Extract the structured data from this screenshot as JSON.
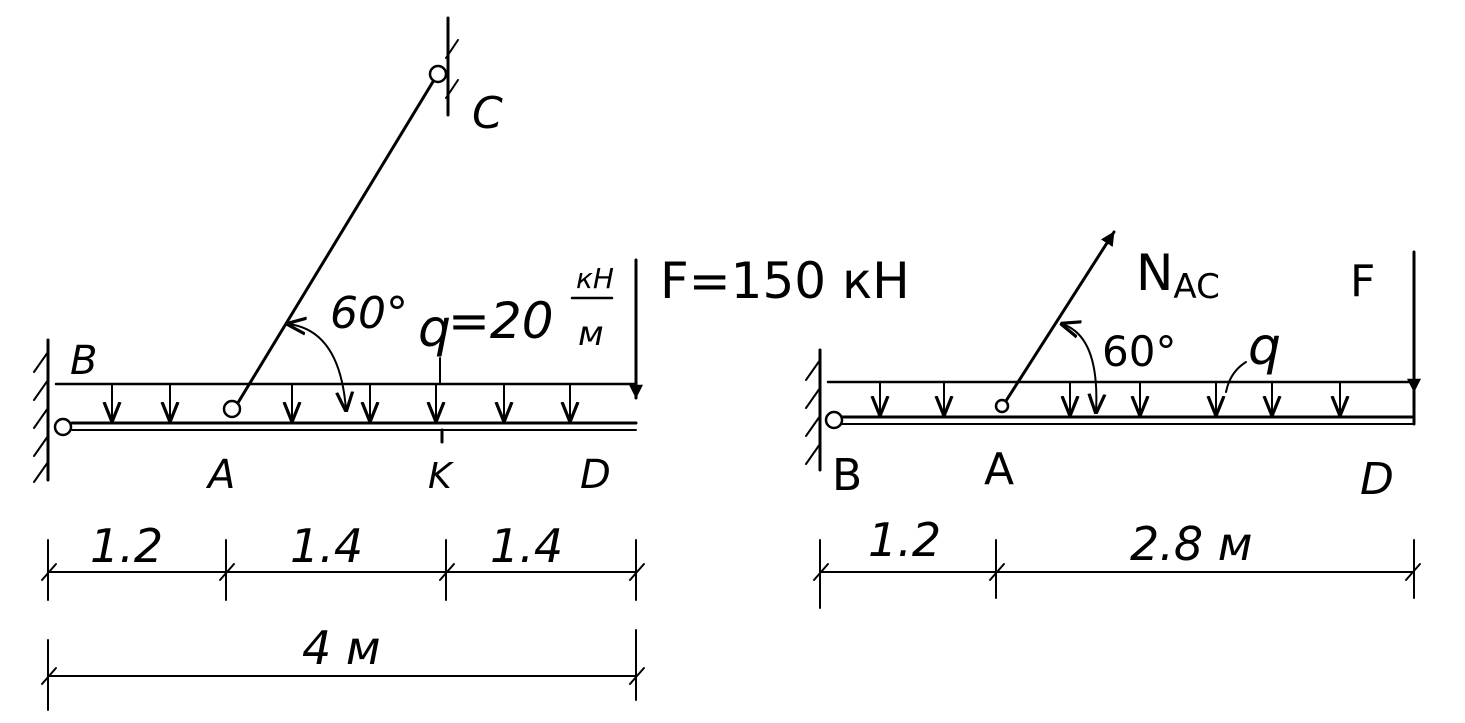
{
  "left_diagram": {
    "labels": {
      "B": "B",
      "A": "A",
      "C": "C",
      "K": "K",
      "D": "D"
    },
    "angle": "60°",
    "load": {
      "symbol": "q",
      "eq": "=20",
      "unit_num": "кН",
      "unit_den": "м"
    },
    "force": "F=150 кН",
    "dims": [
      "1.2",
      "1.4",
      "1.4"
    ],
    "total": "4 м"
  },
  "right_diagram": {
    "labels": {
      "B": "B",
      "A": "A",
      "D": "D"
    },
    "reaction": {
      "main": "N",
      "sub": "AC"
    },
    "angle": "60°",
    "load": "q",
    "force": "F",
    "dims": [
      "1.2",
      "2.8 м"
    ]
  }
}
